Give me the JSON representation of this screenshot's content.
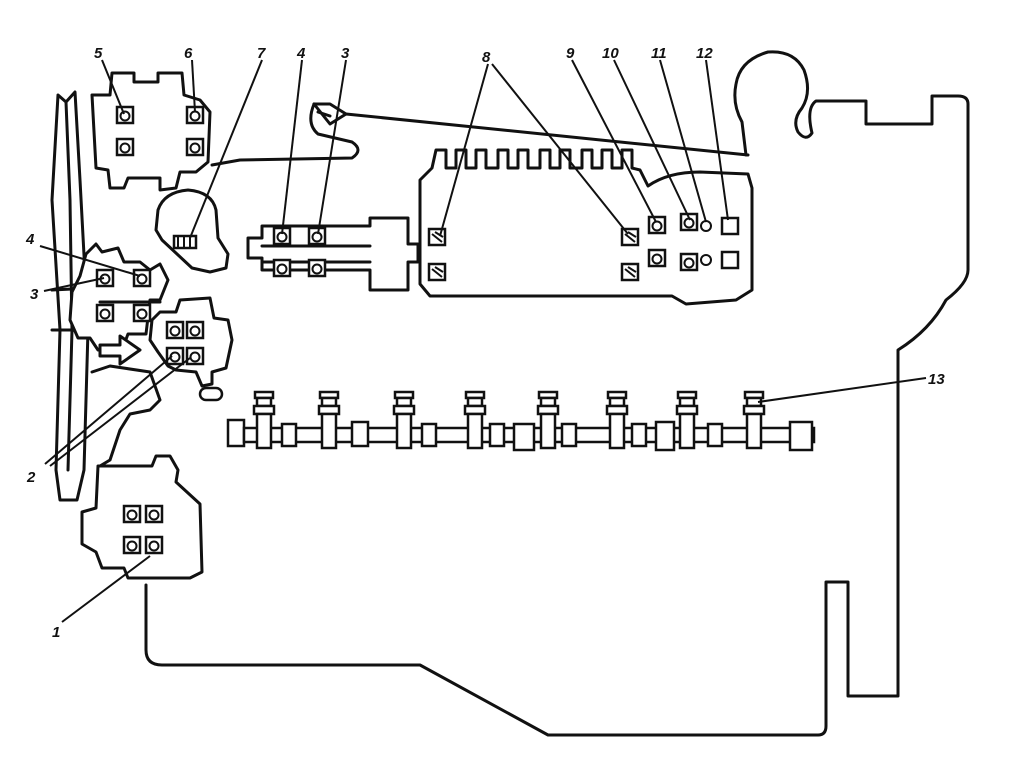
{
  "callouts": {
    "c1": "1",
    "c2": "2",
    "c3_left": "3",
    "c3_top": "3",
    "c4_left": "4",
    "c4_top": "4",
    "c5": "5",
    "c6": "6",
    "c7": "7",
    "c8": "8",
    "c9": "9",
    "c10": "10",
    "c11": "11",
    "c12": "12",
    "c13": "13"
  }
}
